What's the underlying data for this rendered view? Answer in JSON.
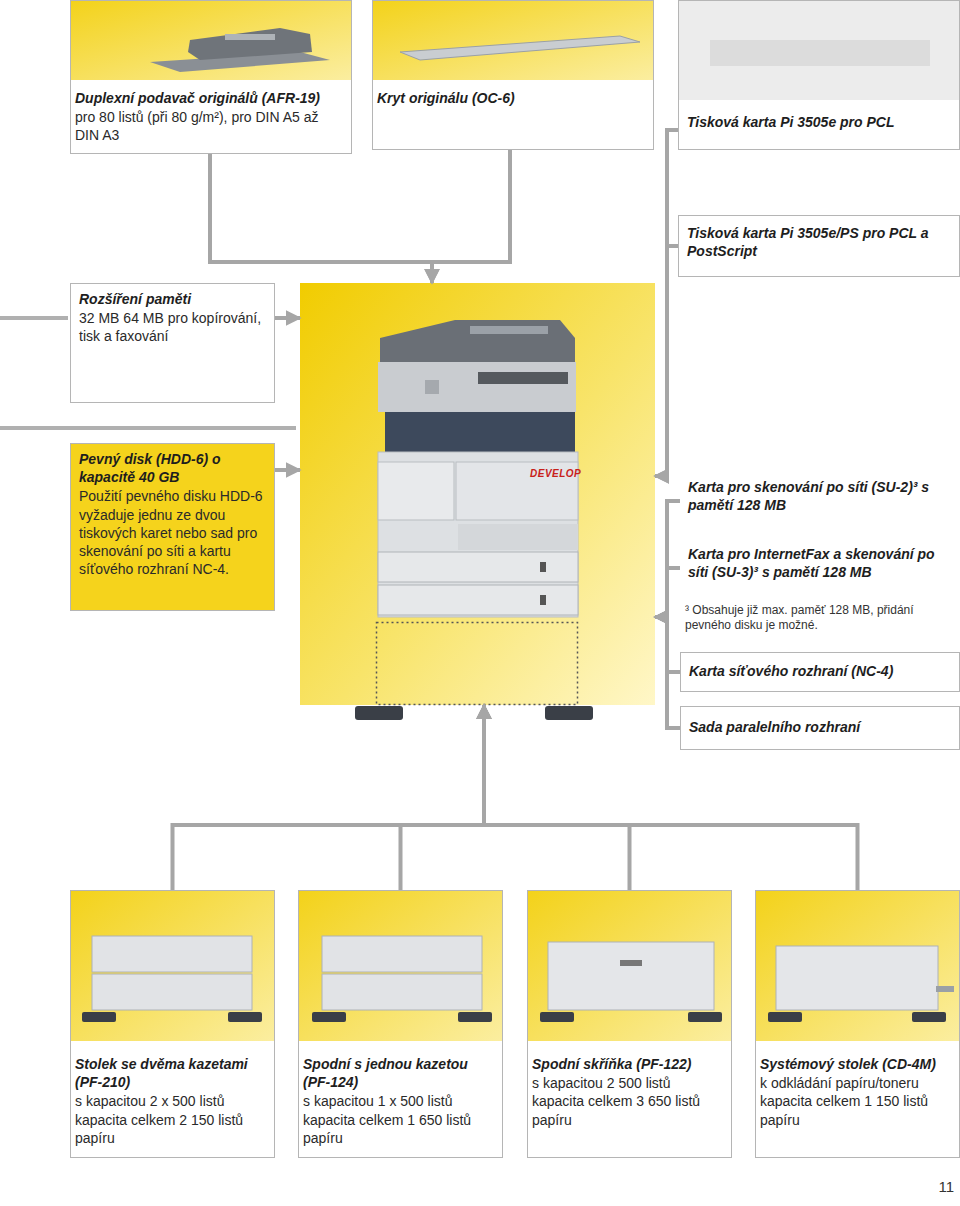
{
  "diagram": {
    "nodes": [
      {
        "text": [
          "Duplexní podavač originálů (AFR-19)",
          "pro 80 listů (při 80 g/m²), pro DIN A5 až DIN A3"
        ]
      },
      {
        "text": [
          "Kryt originálu (OC-6)"
        ]
      },
      {
        "text": [
          "Tisková karta Pi 3505e pro PCL"
        ]
      },
      {
        "text": [
          "Tisková karta Pi 3505e/PS pro PCL a PostScript"
        ]
      },
      {
        "text": [
          "Rozšíření paměti",
          "32 MB 64 MB pro kopírování, tisk a faxování"
        ]
      },
      {
        "text": [
          "Pevný disk (HDD-6) o kapacitě 40 GB",
          "Použití pevného disku HDD-6 vyžaduje jednu ze dvou tiskových karet nebo sad pro skenování po síti a kartu síťového rozhraní NC-4."
        ]
      },
      {
        "text": [
          "DEVELOP"
        ]
      },
      {
        "text": [
          "Karta pro skenování po síti (SU-2)³ s pamětí 128 MB"
        ]
      },
      {
        "text": [
          "Karta pro InternetFax a skenování po síti (SU-3)³ s pamětí 128 MB"
        ]
      },
      {
        "text": [
          "Karta síťového rozhraní (NC-4)"
        ]
      },
      {
        "text": [
          "Sada paralelního rozhraní"
        ]
      },
      {
        "text": [
          "Stolek se dvěma kazetami (PF-210)",
          "s kapacitou 2 x 500 listů kapacita celkem 2 150 listů papíru"
        ]
      },
      {
        "text": [
          "Spodní s jednou kazetou (PF-124)",
          "s kapacitou 1 x 500 listů kapacita celkem 1 650 listů papíru"
        ]
      },
      {
        "text": [
          "Spodní skříňka (PF-122)",
          "s kapacitou 2 500 listů kapacita celkem 3 650 listů papíru"
        ]
      },
      {
        "text": [
          "Systémový stolek (CD-4M)",
          "k odkládání papíru/toneru kapacita celkem 1 150 listů papíru"
        ]
      }
    ],
    "edges": [
      {
        "from": 0,
        "to": 6,
        "arrow": "to"
      },
      {
        "from": 1,
        "to": 6,
        "arrow": "to"
      },
      {
        "from": 2,
        "to": 6,
        "arrow": "to"
      },
      {
        "from": 3,
        "to": 6,
        "arrow": "to"
      },
      {
        "from": 4,
        "to": 6,
        "arrow": "to"
      },
      {
        "from": 5,
        "to": 6,
        "arrow": "to"
      },
      {
        "from": 7,
        "to": 6,
        "arrow": "to"
      },
      {
        "from": 8,
        "to": 6,
        "arrow": "to"
      },
      {
        "from": 9,
        "to": 6,
        "arrow": "to"
      },
      {
        "from": 10,
        "to": 6,
        "arrow": "to"
      },
      {
        "from": 11,
        "to": 6,
        "arrow": "to"
      },
      {
        "from": 12,
        "to": 6,
        "arrow": "to"
      },
      {
        "from": 13,
        "to": 6,
        "arrow": "to"
      },
      {
        "from": 14,
        "to": 6,
        "arrow": "to"
      }
    ],
    "labels": [
      "³ Obsahuje již max. paměť 128 MB, přidání pevného disku je možné.",
      "11"
    ]
  }
}
